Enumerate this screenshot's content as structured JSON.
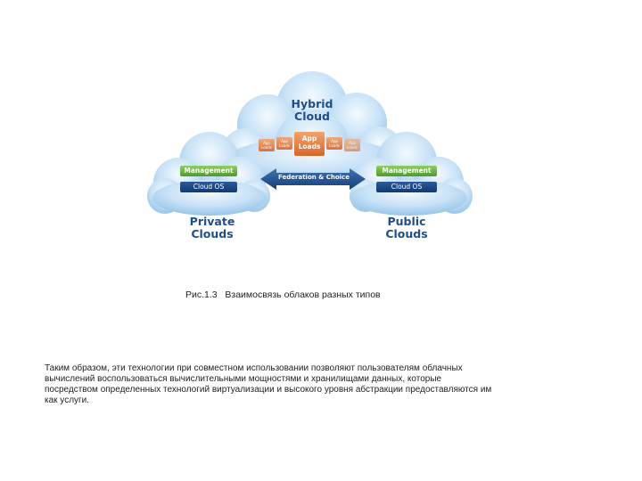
{
  "diagram": {
    "hybrid_title_line1": "Hybrid",
    "hybrid_title_line2": "Cloud",
    "app_loads_line1": "App",
    "app_loads_line2": "Loads",
    "app_small_line1": "App",
    "app_small_line2": "Loads",
    "federation_label": "Federation & Choice",
    "private": {
      "title_line1": "Private",
      "title_line2": "Clouds",
      "management": "Management",
      "cloud_os": "Cloud OS"
    },
    "public": {
      "title_line1": "Public",
      "title_line2": "Clouds",
      "management": "Management",
      "cloud_os": "Cloud OS"
    },
    "colors": {
      "cloud_blue": "#aed4f2",
      "title_blue": "#1f4e8c",
      "management_green": "#6ab83f",
      "cloud_os_navy": "#1a477f",
      "app_orange": "#e8803f"
    }
  },
  "caption": "Рис.1.3   Взаимосвязь облаков разных типов",
  "body_lines": [
    "Таким образом, эти технологии при совместном использовании позволяют пользователям облачных",
    "вычислений воспользоваться вычислительными мощностями и хранилищами данных, которые",
    "посредством определенных технологий виртуализации и высокого уровня абстракции предоставляются им",
    "как услуги."
  ]
}
